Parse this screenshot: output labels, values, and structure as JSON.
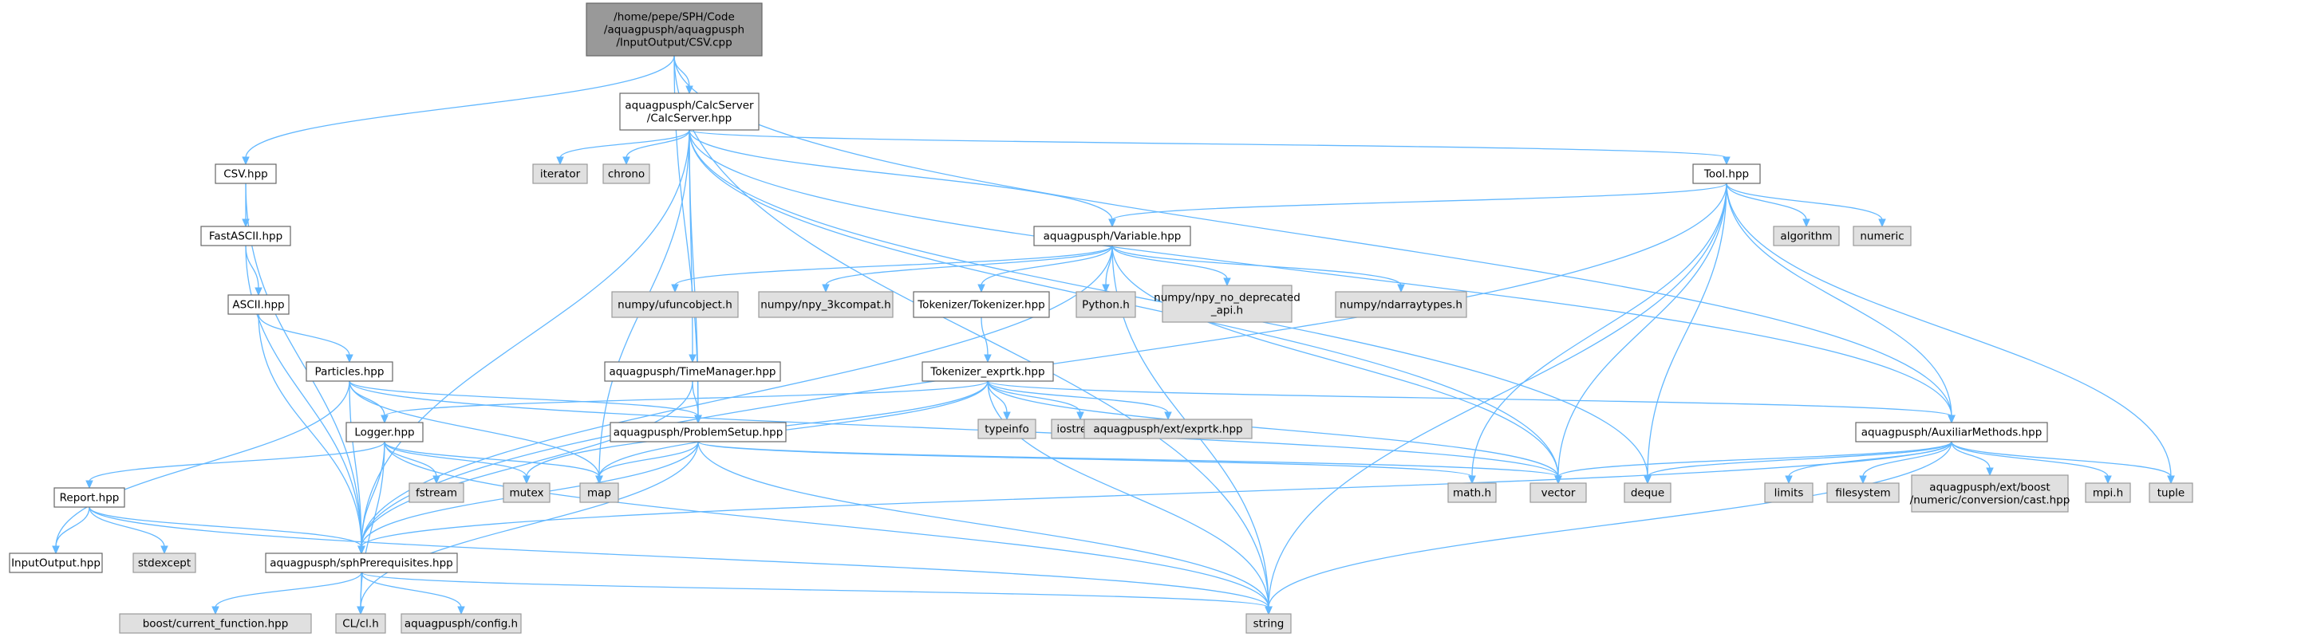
{
  "colors": {
    "root_fill": "#999999",
    "root_stroke": "#666666",
    "file_fill": "#ffffff",
    "file_stroke": "#666666",
    "system_fill": "#e0e0e0",
    "system_stroke": "#999999",
    "edge": "#63b8ff",
    "text": "#000000"
  },
  "nodes": [
    {
      "id": "csv_cpp",
      "kind": "root",
      "lines": [
        "/home/pepe/SPH/Code",
        "/aquagpusph/aquagpusph",
        "/InputOutput/CSV.cpp"
      ]
    },
    {
      "id": "calcserver",
      "kind": "file",
      "lines": [
        "aquagpusph/CalcServer",
        "/CalcServer.hpp"
      ]
    },
    {
      "id": "csv_hpp",
      "kind": "file",
      "lines": [
        "CSV.hpp"
      ]
    },
    {
      "id": "iterator",
      "kind": "system",
      "lines": [
        "iterator"
      ]
    },
    {
      "id": "chrono",
      "kind": "system",
      "lines": [
        "chrono"
      ]
    },
    {
      "id": "tool",
      "kind": "file",
      "lines": [
        "Tool.hpp"
      ]
    },
    {
      "id": "fastascii",
      "kind": "file",
      "lines": [
        "FastASCII.hpp"
      ]
    },
    {
      "id": "variable",
      "kind": "file",
      "lines": [
        "aquagpusph/Variable.hpp"
      ]
    },
    {
      "id": "algorithm",
      "kind": "system",
      "lines": [
        "algorithm"
      ]
    },
    {
      "id": "numeric",
      "kind": "system",
      "lines": [
        "numeric"
      ]
    },
    {
      "id": "ascii",
      "kind": "file",
      "lines": [
        "ASCII.hpp"
      ]
    },
    {
      "id": "ufuncobject",
      "kind": "system",
      "lines": [
        "numpy/ufuncobject.h"
      ]
    },
    {
      "id": "npy3k",
      "kind": "system",
      "lines": [
        "numpy/npy_3kcompat.h"
      ]
    },
    {
      "id": "tokenizer",
      "kind": "file",
      "lines": [
        "Tokenizer/Tokenizer.hpp"
      ]
    },
    {
      "id": "python",
      "kind": "system",
      "lines": [
        "Python.h"
      ]
    },
    {
      "id": "npy_nodep",
      "kind": "system",
      "lines": [
        "numpy/npy_no_deprecated",
        "_api.h"
      ]
    },
    {
      "id": "ndarraytypes",
      "kind": "system",
      "lines": [
        "numpy/ndarraytypes.h"
      ]
    },
    {
      "id": "particles",
      "kind": "file",
      "lines": [
        "Particles.hpp"
      ]
    },
    {
      "id": "timemanager",
      "kind": "file",
      "lines": [
        "aquagpusph/TimeManager.hpp"
      ]
    },
    {
      "id": "exprtk",
      "kind": "file",
      "lines": [
        "Tokenizer_exprtk.hpp"
      ]
    },
    {
      "id": "typeinfo",
      "kind": "system",
      "lines": [
        "typeinfo"
      ]
    },
    {
      "id": "iostream",
      "kind": "system",
      "lines": [
        "iostream"
      ]
    },
    {
      "id": "ext_exprtk",
      "kind": "system",
      "lines": [
        "aquagpusph/ext/exprtk.hpp"
      ]
    },
    {
      "id": "logger",
      "kind": "file",
      "lines": [
        "Logger.hpp"
      ]
    },
    {
      "id": "problemsetup",
      "kind": "file",
      "lines": [
        "aquagpusph/ProblemSetup.hpp"
      ]
    },
    {
      "id": "auxiliar",
      "kind": "file",
      "lines": [
        "aquagpusph/AuxiliarMethods.hpp"
      ]
    },
    {
      "id": "report",
      "kind": "file",
      "lines": [
        "Report.hpp"
      ]
    },
    {
      "id": "fstream",
      "kind": "system",
      "lines": [
        "fstream"
      ]
    },
    {
      "id": "mutex",
      "kind": "system",
      "lines": [
        "mutex"
      ]
    },
    {
      "id": "map",
      "kind": "system",
      "lines": [
        "map"
      ]
    },
    {
      "id": "math",
      "kind": "system",
      "lines": [
        "math.h"
      ]
    },
    {
      "id": "vector",
      "kind": "system",
      "lines": [
        "vector"
      ]
    },
    {
      "id": "deque",
      "kind": "system",
      "lines": [
        "deque"
      ]
    },
    {
      "id": "limits",
      "kind": "system",
      "lines": [
        "limits"
      ]
    },
    {
      "id": "filesystem",
      "kind": "system",
      "lines": [
        "filesystem"
      ]
    },
    {
      "id": "boost_cast",
      "kind": "system",
      "lines": [
        "aquagpusph/ext/boost",
        "/numeric/conversion/cast.hpp"
      ]
    },
    {
      "id": "mpi",
      "kind": "system",
      "lines": [
        "mpi.h"
      ]
    },
    {
      "id": "tuple",
      "kind": "system",
      "lines": [
        "tuple"
      ]
    },
    {
      "id": "inputoutput",
      "kind": "file",
      "lines": [
        "InputOutput.hpp"
      ]
    },
    {
      "id": "stdexcept",
      "kind": "system",
      "lines": [
        "stdexcept"
      ]
    },
    {
      "id": "sphprereq",
      "kind": "file",
      "lines": [
        "aquagpusph/sphPrerequisites.hpp"
      ]
    },
    {
      "id": "boost_cf",
      "kind": "system",
      "lines": [
        "boost/current_function.hpp"
      ]
    },
    {
      "id": "cl",
      "kind": "system",
      "lines": [
        "CL/cl.h"
      ]
    },
    {
      "id": "config",
      "kind": "system",
      "lines": [
        "aquagpusph/config.h"
      ]
    },
    {
      "id": "string",
      "kind": "system",
      "lines": [
        "string"
      ]
    }
  ],
  "edges": [
    [
      "csv_cpp",
      "calcserver"
    ],
    [
      "csv_cpp",
      "csv_hpp"
    ],
    [
      "csv_cpp",
      "problemsetup"
    ],
    [
      "csv_cpp",
      "auxiliar"
    ],
    [
      "csv_cpp",
      "string"
    ],
    [
      "calcserver",
      "iterator"
    ],
    [
      "calcserver",
      "chrono"
    ],
    [
      "calcserver",
      "tool"
    ],
    [
      "calcserver",
      "variable"
    ],
    [
      "calcserver",
      "timemanager"
    ],
    [
      "calcserver",
      "problemsetup"
    ],
    [
      "calcserver",
      "map"
    ],
    [
      "calcserver",
      "vector"
    ],
    [
      "calcserver",
      "auxiliar"
    ],
    [
      "calcserver",
      "sphprereq"
    ],
    [
      "calcserver",
      "deque"
    ],
    [
      "csv_hpp",
      "fastascii"
    ],
    [
      "csv_hpp",
      "sphprereq"
    ],
    [
      "fastascii",
      "ascii"
    ],
    [
      "fastascii",
      "sphprereq"
    ],
    [
      "ascii",
      "particles"
    ],
    [
      "ascii",
      "sphprereq"
    ],
    [
      "tool",
      "variable"
    ],
    [
      "tool",
      "algorithm"
    ],
    [
      "tool",
      "numeric"
    ],
    [
      "tool",
      "auxiliar"
    ],
    [
      "tool",
      "tuple"
    ],
    [
      "tool",
      "math"
    ],
    [
      "tool",
      "vector"
    ],
    [
      "tool",
      "deque"
    ],
    [
      "tool",
      "sphprereq"
    ],
    [
      "tool",
      "string"
    ],
    [
      "variable",
      "ufuncobject"
    ],
    [
      "variable",
      "npy3k"
    ],
    [
      "variable",
      "tokenizer"
    ],
    [
      "variable",
      "python"
    ],
    [
      "variable",
      "npy_nodep"
    ],
    [
      "variable",
      "ndarraytypes"
    ],
    [
      "variable",
      "vector"
    ],
    [
      "variable",
      "string"
    ],
    [
      "variable",
      "sphprereq"
    ],
    [
      "tokenizer",
      "exprtk"
    ],
    [
      "exprtk",
      "typeinfo"
    ],
    [
      "exprtk",
      "iostream"
    ],
    [
      "exprtk",
      "ext_exprtk"
    ],
    [
      "exprtk",
      "logger"
    ],
    [
      "exprtk",
      "auxiliar"
    ],
    [
      "exprtk",
      "map"
    ],
    [
      "exprtk",
      "mutex"
    ],
    [
      "exprtk",
      "string"
    ],
    [
      "exprtk",
      "vector"
    ],
    [
      "particles",
      "logger"
    ],
    [
      "particles",
      "problemsetup"
    ],
    [
      "particles",
      "inputoutput"
    ],
    [
      "particles",
      "sphprereq"
    ],
    [
      "particles",
      "map"
    ],
    [
      "particles",
      "vector"
    ],
    [
      "timemanager",
      "problemsetup"
    ],
    [
      "timemanager",
      "sphprereq"
    ],
    [
      "logger",
      "report"
    ],
    [
      "logger",
      "fstream"
    ],
    [
      "logger",
      "mutex"
    ],
    [
      "logger",
      "map"
    ],
    [
      "logger",
      "sphprereq"
    ],
    [
      "logger",
      "string"
    ],
    [
      "logger",
      "cl"
    ],
    [
      "problemsetup",
      "map"
    ],
    [
      "problemsetup",
      "math"
    ],
    [
      "problemsetup",
      "vector"
    ],
    [
      "problemsetup",
      "sphprereq"
    ],
    [
      "problemsetup",
      "string"
    ],
    [
      "problemsetup",
      "cl"
    ],
    [
      "auxiliar",
      "vector"
    ],
    [
      "auxiliar",
      "deque"
    ],
    [
      "auxiliar",
      "limits"
    ],
    [
      "auxiliar",
      "filesystem"
    ],
    [
      "auxiliar",
      "boost_cast"
    ],
    [
      "auxiliar",
      "mpi"
    ],
    [
      "auxiliar",
      "tuple"
    ],
    [
      "auxiliar",
      "sphprereq"
    ],
    [
      "auxiliar",
      "string"
    ],
    [
      "report",
      "inputoutput"
    ],
    [
      "report",
      "stdexcept"
    ],
    [
      "report",
      "sphprereq"
    ],
    [
      "report",
      "string"
    ],
    [
      "sphprereq",
      "boost_cf"
    ],
    [
      "sphprereq",
      "cl"
    ],
    [
      "sphprereq",
      "config"
    ],
    [
      "sphprereq",
      "string"
    ]
  ]
}
